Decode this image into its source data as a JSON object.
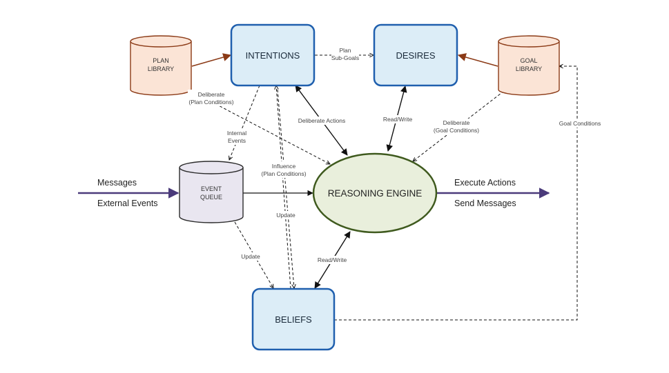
{
  "nodes": {
    "intentions": "INTENTIONS",
    "desires": "DESIRES",
    "beliefs": "BELIEFS",
    "reasoning_engine": "REASONING ENGINE",
    "plan_library": [
      "PLAN",
      "LIBRARY"
    ],
    "goal_library": [
      "GOAL",
      "LIBRARY"
    ],
    "event_queue": [
      "EVENT",
      "QUEUE"
    ]
  },
  "edges": {
    "plan_subgoals": [
      "Plan",
      "Sub-Goals"
    ],
    "deliberate_plan": [
      "Deliberate",
      "(Plan Conditions)"
    ],
    "deliberate_goal": [
      "Deliberate",
      "(Goal Conditions)"
    ],
    "deliberate_actions": "Deliberate Actions",
    "read_write_desires": "Read/Write",
    "internal_events": [
      "Internal",
      "Events"
    ],
    "influence": [
      "Influence",
      "(Plan Conditions)"
    ],
    "update_center": "Update",
    "update_queue": "Update",
    "read_write_beliefs": "Read/Write",
    "goal_conditions": "Goal Conditions"
  },
  "inputs": [
    "Messages",
    "External Events"
  ],
  "outputs": [
    "Execute Actions",
    "Send Messages"
  ],
  "colors": {
    "box_fill": "#dcedf7",
    "box_stroke": "#1f5fae",
    "library_fill": "#fbe4d6",
    "library_stroke": "#8b3a16",
    "queue_fill": "#e9e6f0",
    "queue_stroke": "#2b2b2b",
    "engine_fill": "#e9efdc",
    "engine_stroke": "#3f5a1e",
    "io_arrow": "#4a3a7a",
    "library_arrow": "#8b3a16"
  }
}
